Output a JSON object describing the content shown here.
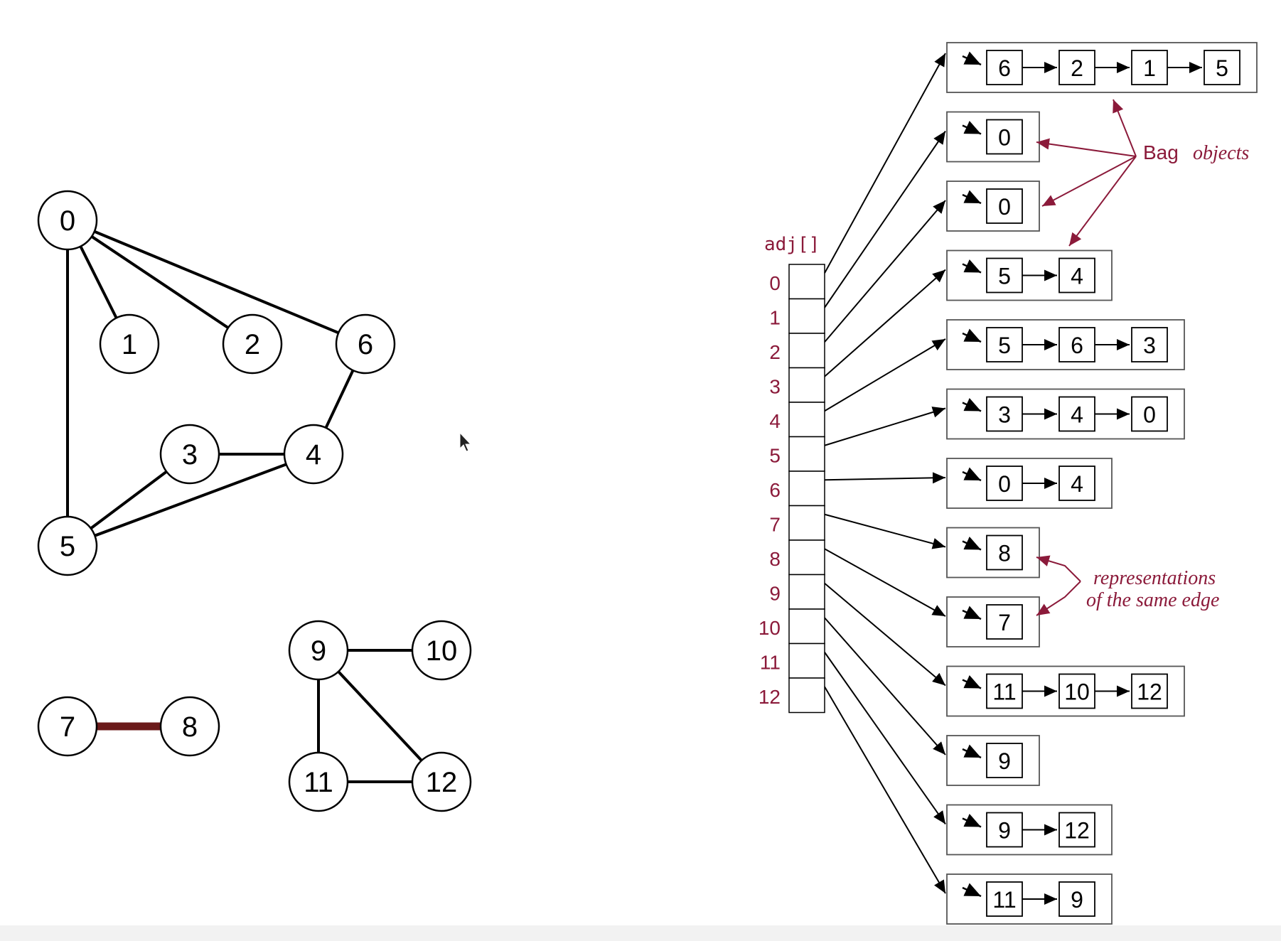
{
  "graph": {
    "nodes": [
      "0",
      "1",
      "2",
      "3",
      "4",
      "5",
      "6",
      "7",
      "8",
      "9",
      "10",
      "11",
      "12"
    ],
    "edges": [
      [
        "0",
        "1"
      ],
      [
        "0",
        "2"
      ],
      [
        "0",
        "6"
      ],
      [
        "0",
        "5"
      ],
      [
        "6",
        "4"
      ],
      [
        "3",
        "4"
      ],
      [
        "3",
        "5"
      ],
      [
        "4",
        "5"
      ],
      [
        "7",
        "8"
      ],
      [
        "9",
        "10"
      ],
      [
        "9",
        "11"
      ],
      [
        "9",
        "12"
      ],
      [
        "11",
        "12"
      ]
    ],
    "highlighted_edge": [
      "7",
      "8"
    ],
    "highlight_color": "#6b1a1a"
  },
  "adjacency": {
    "array_label": "adj[]",
    "indices": [
      "0",
      "1",
      "2",
      "3",
      "4",
      "5",
      "6",
      "7",
      "8",
      "9",
      "10",
      "11",
      "12"
    ],
    "lists": [
      [
        "6",
        "2",
        "1",
        "5"
      ],
      [
        "0"
      ],
      [
        "0"
      ],
      [
        "5",
        "4"
      ],
      [
        "5",
        "6",
        "3"
      ],
      [
        "3",
        "4",
        "0"
      ],
      [
        "0",
        "4"
      ],
      [
        "8"
      ],
      [
        "7"
      ],
      [
        "11",
        "10",
        "12"
      ],
      [
        "9"
      ],
      [
        "9",
        "12"
      ],
      [
        "11",
        "9"
      ]
    ]
  },
  "annotations": {
    "bag_word": "Bag",
    "objects_word": "objects",
    "rep_line1": "representations",
    "rep_line2": "of the same edge",
    "color": "#8b1a3a"
  },
  "icons": [
    "mouse-cursor-icon"
  ]
}
